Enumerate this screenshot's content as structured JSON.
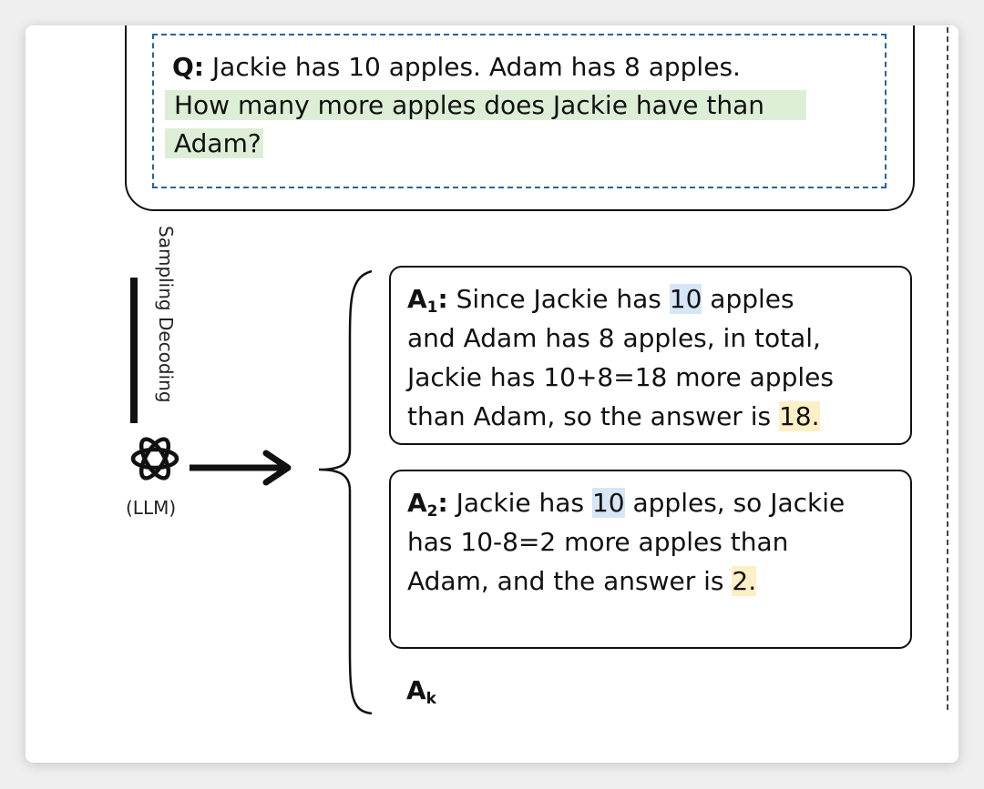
{
  "question": {
    "label": "Q:",
    "line1": " Jackie has 10 apples. Adam has 8 apples.",
    "line2": "How many more apples does Jackie have than",
    "line3": "Adam?"
  },
  "model": {
    "process_label": "Sampling Decoding",
    "model_label": "(LLM)",
    "icon": "openai-logo-icon"
  },
  "answers": [
    {
      "label": "A",
      "index": "1",
      "colon": ":",
      "l1_pre": " Since Jackie has ",
      "l1_hl": "10",
      "l1_post": " apples",
      "l2": "and Adam has 8 apples, in total,",
      "l3": "Jackie has 10+8=18 more apples",
      "l4_pre": "than Adam, so the answer is ",
      "l4_hl": "18."
    },
    {
      "label": "A",
      "index": "2",
      "colon": ":",
      "l1_pre": " Jackie has ",
      "l1_hl": "10",
      "l1_post": " apples, so Jackie",
      "l2": "has 10-8=2 more apples than",
      "l3_pre": "Adam, and the answer is ",
      "l3_hl": "2."
    }
  ],
  "last_answer": {
    "label": "A",
    "index": "k"
  },
  "colors": {
    "question_highlight": "#dcefd6",
    "number_highlight": "#d6e6f7",
    "answer_highlight": "#fdefc6",
    "dash": "#2a6496"
  }
}
